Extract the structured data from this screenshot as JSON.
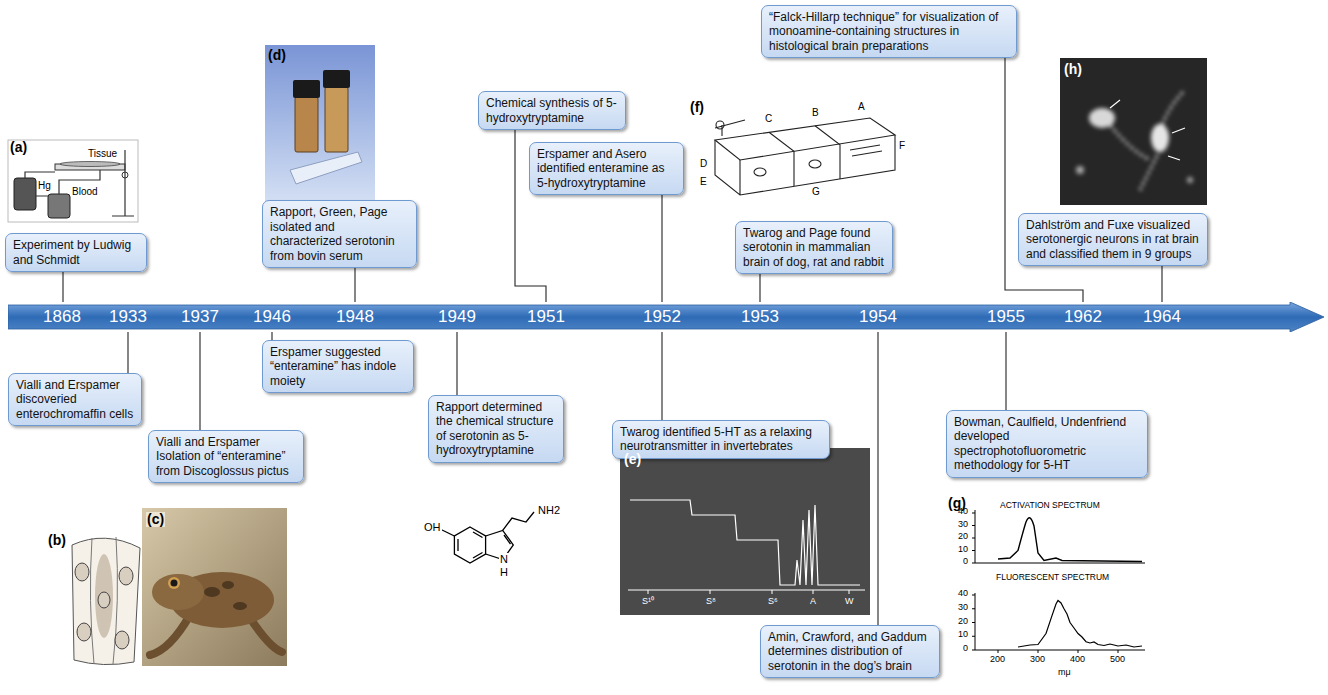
{
  "diagram": {
    "nodes": [
      {
        "text": [
          "1868",
          "1933",
          "1937",
          "1946",
          "1948",
          "1949",
          "1951",
          "1952",
          "1953",
          "1954",
          "1955",
          "1962",
          "1964"
        ]
      },
      {
        "text": [
          "Experiment by Ludwig and Schmidt"
        ]
      },
      {
        "text": [
          "Rapport, Green, Page isolated and characterized serotonin from bovin serum"
        ]
      },
      {
        "text": [
          "Chemical synthesis of 5-hydroxytryptamine"
        ]
      },
      {
        "text": [
          "Erspamer and Asero identified enteramine as 5-hydroxytryptamine"
        ]
      },
      {
        "text": [
          "Twarog and Page found serotonin in mammalian brain of dog, rat and rabbit"
        ]
      },
      {
        "text": [
          "“Falck-Hillarp technique” for visualization of monoamine-containing structures in histological brain preparations"
        ]
      },
      {
        "text": [
          "Dahlström and Fuxe visualized serotonergic neurons in rat brain and classified them in 9 groups"
        ]
      },
      {
        "text": [
          "Vialli and Erspamer discoveried enterochromaffin cells"
        ]
      },
      {
        "text": [
          "Vialli and Erspamer Isolation of “enteramine” from Discoglossus pictus"
        ]
      },
      {
        "text": [
          "Erspamer suggested “enteramine” has indole moiety"
        ]
      },
      {
        "text": [
          "Rapport determined the chemical structure of serotonin as 5-hydroxytryptamine"
        ]
      },
      {
        "text": [
          "Twarog identified 5-HT as a relaxing neurotransmitter in invertebrates"
        ]
      },
      {
        "text": [
          "Amin, Crawford, and Gaddum determines distribution of serotonin in the dog’s brain"
        ]
      },
      {
        "text": [
          "Bowman, Caulfield, Undenfriend developed spectrophotofluorometric methodology for 5-HT"
        ]
      }
    ],
    "edges": [
      {
        "from": 1,
        "to": 0,
        "arrow": "none"
      },
      {
        "from": 2,
        "to": 0,
        "arrow": "none"
      },
      {
        "from": 3,
        "to": 0,
        "arrow": "none"
      },
      {
        "from": 4,
        "to": 0,
        "arrow": "none"
      },
      {
        "from": 5,
        "to": 0,
        "arrow": "none"
      },
      {
        "from": 6,
        "to": 0,
        "arrow": "none"
      },
      {
        "from": 7,
        "to": 0,
        "arrow": "none"
      },
      {
        "from": 8,
        "to": 0,
        "arrow": "none"
      },
      {
        "from": 9,
        "to": 0,
        "arrow": "none"
      },
      {
        "from": 10,
        "to": 0,
        "arrow": "none"
      },
      {
        "from": 11,
        "to": 0,
        "arrow": "none"
      },
      {
        "from": 12,
        "to": 0,
        "arrow": "none"
      },
      {
        "from": 13,
        "to": 0,
        "arrow": "none"
      },
      {
        "from": 14,
        "to": 0,
        "arrow": "none"
      }
    ],
    "labels": [
      "(a)",
      "Tissue",
      "Hg",
      "Blood",
      "(b)",
      "(c)",
      "(d)",
      "OH",
      "NH2",
      "N",
      "H",
      "(e)",
      "S¹⁰",
      "S⁸",
      "S⁶",
      "A",
      "W",
      "(f)",
      "A",
      "B",
      "C",
      "D",
      "E",
      "F",
      "G",
      "(g)",
      "ACTIVATION SPECTRUM",
      "FLUORESCENT SPECTRUM",
      "40",
      "30",
      "20",
      "10",
      "0",
      "40",
      "30",
      "20",
      "10",
      "0",
      "200",
      "300",
      "400",
      "500",
      "mμ",
      "(h)"
    ]
  }
}
